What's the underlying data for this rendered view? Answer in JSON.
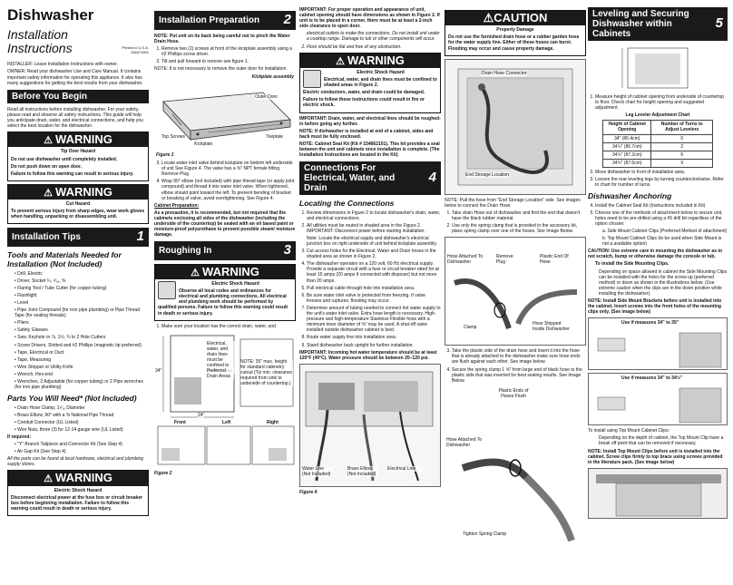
{
  "doc": {
    "title": "Dishwasher",
    "subtitle1": "Installation",
    "subtitle2": "Instructions",
    "printed": "Printed in U.S.A. 154671601",
    "intro1": "INSTALLER: Leave Installation Instructions with owner.",
    "intro2": "OWNER: Read your dishwasher Use and Care Manual. It contains important safety information for operating this appliance. It also has many suggestions for getting the best results from your dishwasher."
  },
  "col1": {
    "sec_before": "Before You Begin",
    "before_text": "Read all instructions before installing dishwasher. For your safety, please read and observe all safety instructions. This guide will help you anticipate drain, water, and electrical connections, and help you select the best location for the dishwasher.",
    "w1_head": "WARNING",
    "w1_title": "Tip Over Hazard",
    "w1_lines": [
      "Do not use dishwasher until completely installed.",
      "Do not push down on open door.",
      "Failure to follow this warning can result in serious injury."
    ],
    "w2_head": "WARNING",
    "w2_title": "Cut Hazard",
    "w2_text": "To prevent serious injury from sharp edges, wear work gloves when handling, unpacking or disassembling unit.",
    "sec_tips": "Installation Tips",
    "sec_tips_num": "1",
    "tools_head": "Tools and Materials Needed for Installation (Not Included)",
    "tools": [
      "Drill, Electric",
      "Driver, Socket ¼, ⁵⁄₁₆, ⅜",
      "Flaring Tool / Tube Cutter (for copper tubing)",
      "Flashlight",
      "Level",
      "Pipe Joint Compound (for iron pipe plumbing) or Pipe Thread Tape (for sealing threads)",
      "Pliers",
      "Safety Glasses",
      "Saw, Keyhole or ⅞, 1½, ¾ to 2 Hole Cutters",
      "Screw Drivers, Slotted and #2 Phillips (magnetic tip preferred)",
      "Tape, Electrical or Duct",
      "Tape, Measuring",
      "Wire Stripper or Utility Knife",
      "Wrench, Hex-end",
      "Wrenches, 2 Adjustable (for copper tubing) or 2 Pipe wrenches (for iron pipe plumbing)"
    ],
    "parts_head": "Parts You Will Need* (Not Included)",
    "parts": [
      "Drain Hose Clamp, 1⁷⁄₁₆ Diameter",
      "Brass Elbow, 90° with a ⅜ National Pipe Thread",
      "Conduit Connector (UL Listed)",
      "Wire Nuts, three (3) for 12-14 gauge wire (UL Listed)"
    ],
    "ifreq": "If required:",
    "ifreq_items": [
      "\"Y\" Branch Tailpiece and Connector Kit (See Step 4)",
      "Air Gap Kit (See Step 4)"
    ],
    "parts_note": "All the parts can be found at local hardware, electrical and plumbing supply stores.",
    "w3_head": "WARNING",
    "w3_title": "Electric Shock Hazard",
    "w3_text": "Disconnect electrical power at the fuse box or circuit breaker box before beginning installation. Failure to follow this warning could result in death or serious injury."
  },
  "col2": {
    "sec_prep": "Installation Preparation",
    "sec_prep_num": "2",
    "note1": "NOTE: Put unit on its back being careful not to pinch the Water Drain Hose.",
    "steps": [
      "Remove two (2) screws at front of the kickplate assembly using a #2 Phillips screw driver.",
      "Tilt and pull forward to remove see figure 1.",
      "NOTE: It is not necessary to remove the outer door for installation."
    ],
    "fig1_labels": [
      "Kickplate assembly",
      "Outer Door",
      "Top Screws",
      "Kickplate",
      "Toeplate"
    ],
    "fig1_cap": "Figure 1",
    "step3": "Locate water inlet valve behind kickplate on bottom left underside of unit See Figure 4. The valve has a ⅜\" NPT female fitting. Remove Plug",
    "step4": "Wrap 90° elbow (not included) with pipe thread tape (or apply joint compound) and thread it into water inlet valve. When tightened, elbow should point toward the left. To prevent bending of bracket or breaking of valve, avoid overtightening. See Figure 4.",
    "cab_head": "Cabinet Preparation:",
    "cab_text": "As a precaution, it is recommended, but not required that the cabinets enclosing all sides of the dishwasher (including the underside of the countertop) be sealed with an oil based paint or moisture-proof polyurethane to prevent possible steam/ moisture damage.",
    "sec_rough": "Roughing In",
    "sec_rough_num": "3",
    "w4_head": "WARNING",
    "w4_title": "Electric Shock Hazard",
    "w4_text": "Observe all local codes and ordinances for electrical and plumbing connections. All electrical and plumbing work should be performed by qualified persons. Failure to follow this warning could result in death or serious injury.",
    "rstep1": "Make sure your location has the correct drain, water, and",
    "fig2_labels": [
      "Electrical, water, and drain lines must be confined to shaded area.",
      "Preferred Drain Areas",
      "NOTE: 35\" max. height for standard cabinetry cutout (Tiz min. clearance required from sink to underside of countertop.)",
      "34\"",
      "24\"",
      "Front",
      "Left",
      "Right"
    ],
    "fig2_cap": "Figure 2"
  },
  "col3": {
    "imp1": "IMPORTANT: For proper operation and appearance of unit, cabinet opening should have dimensions as shown in Figure 2. If unit is to be placed in a corner, there must be at least a 2-inch side clearance to open door.",
    "imp1b": "electrical outlets to make the connections. Do not install unit under a cooktop range. Damage to tub or other components will occur.",
    "step2": "Floor should be flat and free of any obstruction.",
    "w5_head": "WARNING",
    "w5_title": "Electric Shock Hazard",
    "w5_lines": [
      "Electrical, water, and drain lines must be confined to shaded areas in Figure 2.",
      "Electric conductors, water, and drain could be damaged.",
      "Failure to follow these instructions could result in fire or electric shock."
    ],
    "imp2": "IMPORTANT: Drain, water, and electrical lines should be roughed-in before going any further.",
    "note2": "NOTE: If dishwasher is installed at end of a cabinet, sides and back must be fully enclosed.",
    "note3": "NOTE: Cabinet Seal Kit (Kit # 154662101). This kit provides a seal between the unit and cabinets once installation is complete. (The Installation Instructions are located in the Kit)",
    "sec_conn": "Connections For Electrical, Water, and Drain",
    "sec_conn_num": "4",
    "loc_head": "Locating the Connections",
    "lsteps": [
      "Review dimensions in Figure 2 to locate dishwasher's drain, water, and electrical connections.",
      "All utilities must be routed in shaded area in the Figure 2. IMPORTANT: Disconnect power before starting installation.",
      "Cut access holes for the Electrical, Water and Drain hoses in the shaded area as shown in Figure 2.",
      "The dishwasher operates on a 120 volt, 60 Hz electrical supply. Provide a separate circuit with a fuse or circuit breaker rated for at least 15 amps (20 amps if connected with disposer) but not more than 20 amps.",
      "Pull electrical cable through hole into installation area.",
      "Be sure water inlet valve is protected from freezing. If valve freezes and ruptures, flooding may occur.",
      "Determine amount of tubing needed to connect hot water supply to the unit's water inlet valve. Extra hose length is necessary. High-pressure and high-temperature Stainless Flexible hose with a minimum inner diameter of ⅜\" may be used. A shut-off valve installed outside dishwasher cabinet is best.",
      "Route water supply line into installation area.",
      "Stand dishwasher back upright for further installation."
    ],
    "note_loc": "Note: Locate the electrical supply and dishwasher's electrical junction box on right underside of unit behind kickplate assembly.",
    "imp3": "IMPORTANT: Incoming hot water temperature should be at least 120°F (49°C). Water pressure should be between 20–120 psi.",
    "fig4_labels": [
      "Water Line (Not Included)",
      "Brass Elbow (Not Included)",
      "Electrical Line"
    ],
    "fig4_cap": "Figure 4"
  },
  "col4": {
    "c_head": "CAUTION",
    "c_title": "Property Damage",
    "c_text": "Do not use the furnished drain hose or a rubber garden hose for the water supply line. Either of these hoses can burst. Flooding may occur and cause property damage.",
    "figA_labels": [
      "Drain Hose Connector",
      "End Storage Location"
    ],
    "note_a": "NOTE: Pull the hose from \"End Storage Location\" side. See images below to connect the Drain Hose.",
    "steps": [
      "Take drain Hose out of dishwasher and find the end that doesn't have the black rubber material.",
      "Use only the spring clamp that is provided in the accessory kit, place spring clamp over one of the hoses. See Image Below."
    ],
    "figB_labels": [
      "Hose Attached To Dishwasher",
      "Remove Plug",
      "Plastic End Of Hose",
      "Clamp",
      "Hose Shipped Inside Dishwasher"
    ],
    "steps2": [
      "Take the plastic side of the drain hose and insert it into the hose that is already attached to the dishwasher make sure hose ends are flush against each other. See image below.",
      "Secure the spring clamp 1 ⅝\" from large end of black hose to the plastic side that was inserted for best sealing results. See Image Below."
    ],
    "figC_labels": [
      "Plastic Ends of Hoses Flush",
      "Hose Attached To Dishwasher",
      "Tighten Spring Clamp"
    ]
  },
  "col5": {
    "sec_level": "Leveling and Securing Dishwasher within Cabinets",
    "sec_level_num": "5",
    "lsteps": [
      "Measure height of cabinet opening from underside of countertop to floor. Check chart for height opening and suggested adjustment."
    ],
    "table_title": "Leg Leveler Adjustment Chart",
    "table_head": [
      "Height of Cabinet Opening",
      "Number of Turns to Adjust Levelers"
    ],
    "table_rows": [
      [
        "34\" (86.4cm)",
        "0"
      ],
      [
        "34¼\" (86.7cm)",
        "2"
      ],
      [
        "34½\" (87.2cm)",
        "6"
      ],
      [
        "34¾\" (87.6cm)",
        "9"
      ]
    ],
    "lsteps2": [
      "Move dishwasher to front of installation area.",
      "Loosen the rear leveling legs by turning counterclockwise. Refer to chart for number of turns."
    ],
    "anch_head": "Dishwasher Anchoring",
    "asteps": [
      "Install the Cabinet Seal Kit (Instructions included in Kit)",
      "Choose one of the methods of attachment below to secure unit, holes need to be pre-drilled using a #5 drill bit regardless of the option chosen:"
    ],
    "opt_a": "a. Side Mount Cabinet Clips (Preferred Method of attachment)",
    "opt_b": "b. Top Mount Cabinet Clips (to be used when Side Mount is not a available option)",
    "caution_line": "CAUTION: Use extreme care in mounting the dishwasher as to not scratch, bump or otherwise damage the console or tub.",
    "side_head": "To install the Side Mounting Clips.",
    "side_text": "Depending on space allowed in cabinet the Side Mounting Clips can be installed with the holes for the screw up (preferred method) or down as shown in the illustrations below. (Use extreme caution when the clips are in the down position while installing the dishwasher).",
    "side_note": "NOTE: Install Side Mount Brackets before unit is installed into the cabinet. Insert screws into the front holes of the mounting clips only. (See image below)",
    "figD_label": "Use if measures 34\" to 35\"",
    "figE_label": "Use if measures 34\" to 34½\"",
    "top_head": "To install using Top Mount Cabinet Clips:",
    "top_text": "Depending on the depth of cabinet, the Top Mount Clip have a break off point that can be removed if necessary.",
    "top_note": "NOTE: Install Top Mount Clips before unit is installed into the cabinet. Screw clips firmly to top brace using screws provided in the literature pack. (See image below)"
  }
}
